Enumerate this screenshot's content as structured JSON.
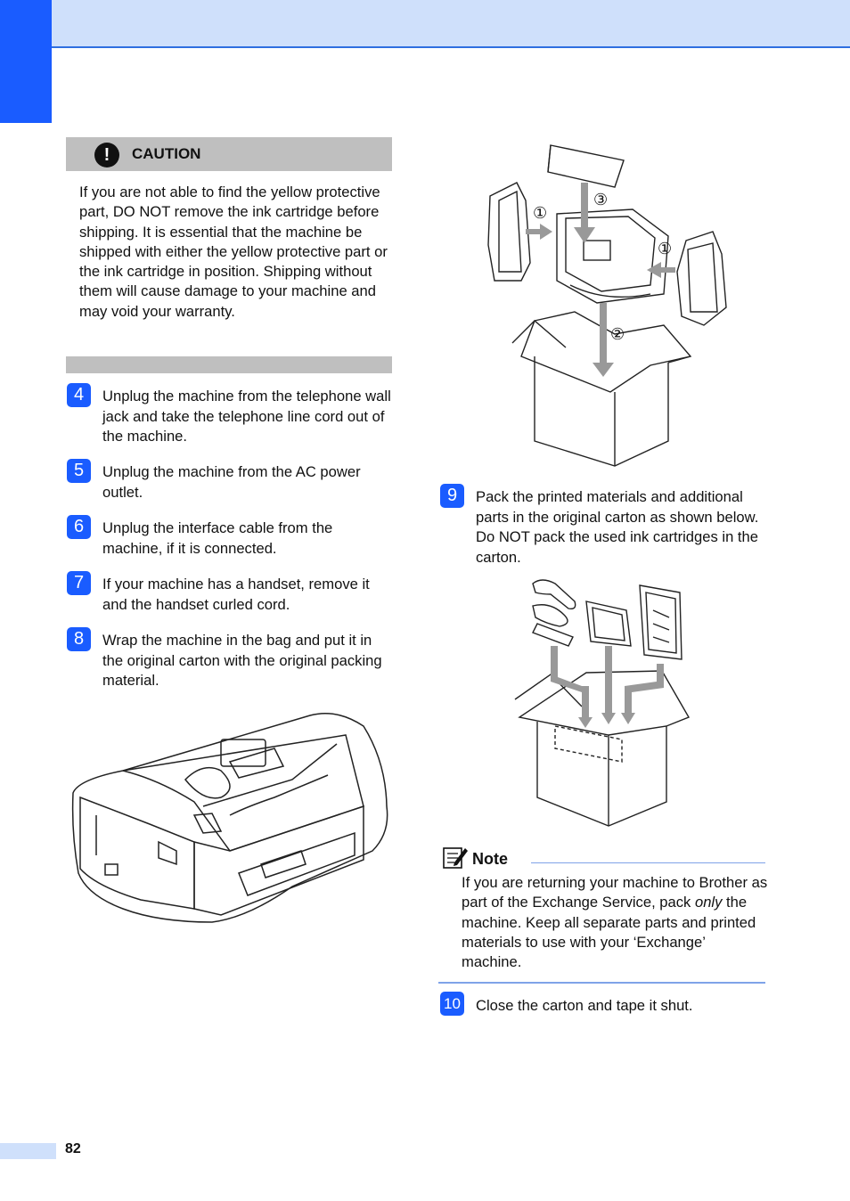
{
  "caution": {
    "icon": "exclamation-icon",
    "icon_glyph": "!",
    "title": "CAUTION",
    "text": "If you are not able to find the yellow protective part, DO NOT remove the ink cartridge before shipping. It is essential that the machine be shipped with either the yellow protective part or the ink cartridge in position. Shipping without them will cause damage to your machine and may void your warranty."
  },
  "steps": [
    {
      "num": "4",
      "text": "Unplug the machine from the telephone wall jack and take the telephone line cord out of the machine."
    },
    {
      "num": "5",
      "text": "Unplug the machine from the AC power outlet."
    },
    {
      "num": "6",
      "text": "Unplug the interface cable from the machine, if it is connected."
    },
    {
      "num": "7",
      "text": "If your machine has a handset, remove it and the handset curled cord."
    },
    {
      "num": "8",
      "text": "Wrap the machine in the bag and put it in the original carton with the original packing material."
    },
    {
      "num": "9",
      "text": "Pack the printed materials and additional parts in the original carton as shown below. Do NOT pack the used ink cartridges in the carton."
    },
    {
      "num": "10",
      "text": "Close the carton and tape it shut."
    }
  ],
  "figure_labels": {
    "one_left": "①",
    "one_right": "①",
    "two": "②",
    "three": "③"
  },
  "note": {
    "icon": "note-pencil-icon",
    "title": "Note",
    "text_before": "If you are returning your machine to Brother as part of the Exchange Service, pack ",
    "text_emph": "only",
    "text_after": " the machine. Keep all separate parts and printed materials to use with your ‘Exchange’ machine."
  },
  "page_number": "82",
  "colors": {
    "accent": "#1a5cff",
    "header_band": "#cfe0fb",
    "caution_bar": "#bfbfbf"
  }
}
